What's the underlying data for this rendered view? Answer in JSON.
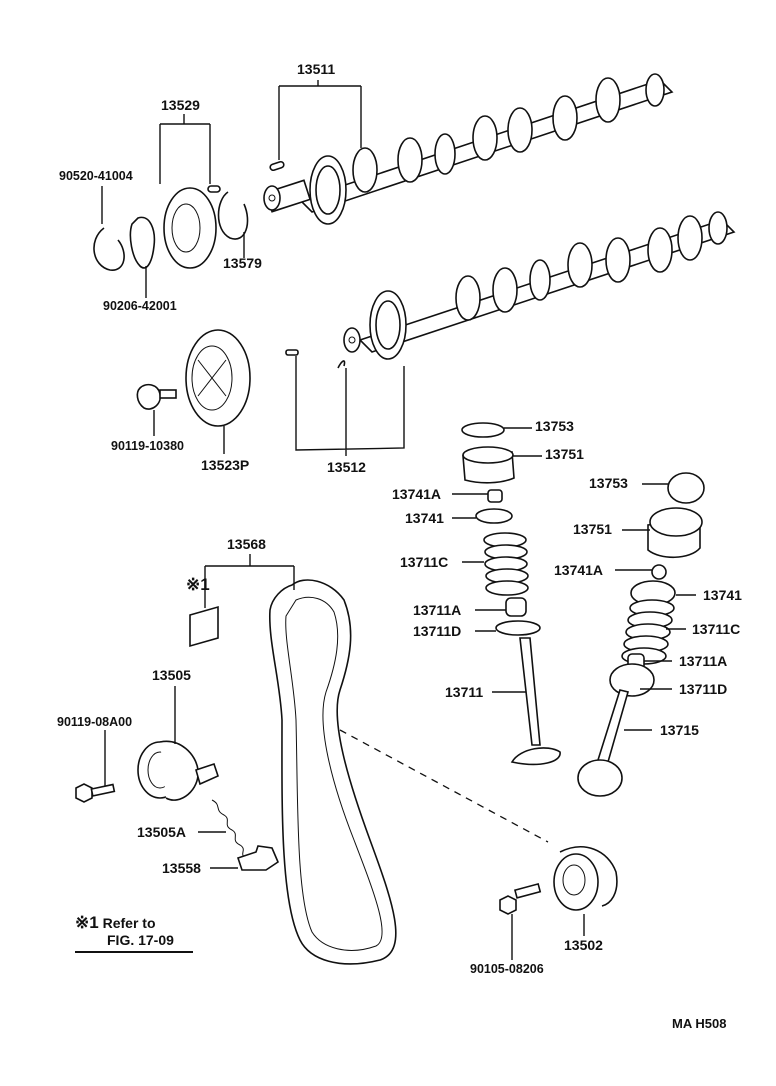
{
  "diagram": {
    "title_code": "MA  H508",
    "labels": {
      "p13511": "13511",
      "p13529": "13529",
      "p90520": "90520-41004",
      "p13579": "13579",
      "p90206": "90206-42001",
      "p90119_10380": "90119-10380",
      "p13523P": "13523P",
      "p13512": "13512",
      "p13753_a": "13753",
      "p13751_a": "13751",
      "p13741A_a": "13741A",
      "p13741_a": "13741",
      "p13711C_a": "13711C",
      "p13711A_a": "13711A",
      "p13711D_a": "13711D",
      "p13711": "13711",
      "p13753_b": "13753",
      "p13751_b": "13751",
      "p13741A_b": "13741A",
      "p13741_b": "13741",
      "p13711C_b": "13711C",
      "p13711A_b": "13711A",
      "p13711D_b": "13711D",
      "p13715": "13715",
      "p13568": "13568",
      "ref_mark": "※1",
      "p13505": "13505",
      "p90119_08A00": "90119-08A00",
      "p13505A": "13505A",
      "p13558": "13558",
      "p13502": "13502",
      "p90105": "90105-08206"
    },
    "note": {
      "mark": "※1",
      "line1": "Refer to",
      "line2": "FIG. 17-09"
    }
  }
}
